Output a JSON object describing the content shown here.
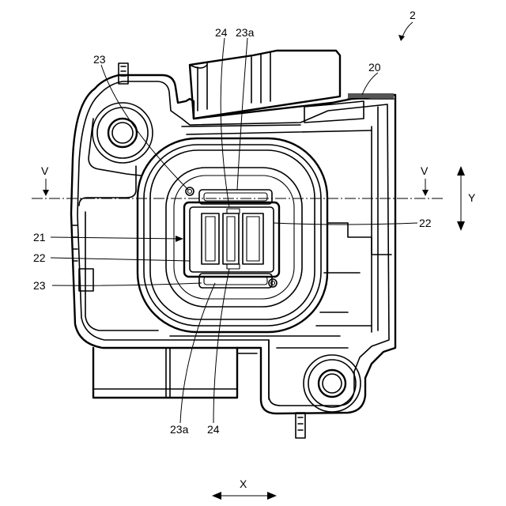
{
  "figure": {
    "ref_main": "2",
    "labels": {
      "l23_top_left": "23",
      "l24_top": "24",
      "l23a_top": "23a",
      "l20": "20",
      "l21": "21",
      "l22_left": "22",
      "l22_right": "22",
      "l23_left": "23",
      "l23a_bottom": "23a",
      "l24_bottom": "24"
    },
    "section_marks": {
      "left": "V",
      "right": "V"
    },
    "axes": {
      "y": "Y",
      "x": "X"
    }
  }
}
